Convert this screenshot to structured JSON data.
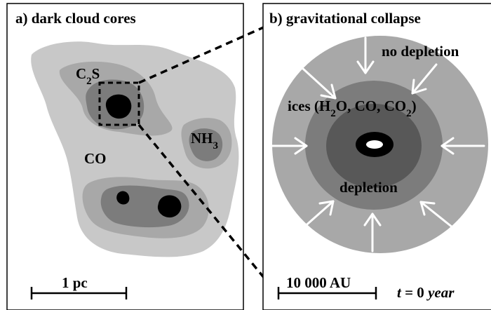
{
  "panel_a": {
    "title": "a) dark cloud cores",
    "labels": {
      "c2s_main": "C",
      "c2s_sub": "2",
      "c2s_tail": "S",
      "nh3_main": "NH",
      "nh3_sub": "3",
      "co": "CO"
    },
    "scale_label": "1 pc"
  },
  "panel_b": {
    "title": "b) gravitational collapse",
    "no_depletion": "no depletion",
    "ices": {
      "prefix": "ices (H",
      "sub1": "2",
      "mid": "O, CO, CO",
      "sub2": "2",
      "suffix": ")"
    },
    "depletion": "depletion",
    "scale_label": "10 000 AU",
    "time": {
      "var": "t",
      "eq": " = 0 ",
      "unit": "year"
    }
  },
  "colors": {
    "outer": "#c8c8c8",
    "mid": "#a8a8a8",
    "inner": "#7c7c7c",
    "deep": "#585858",
    "core": "#000000",
    "arrows": "#ffffff"
  }
}
